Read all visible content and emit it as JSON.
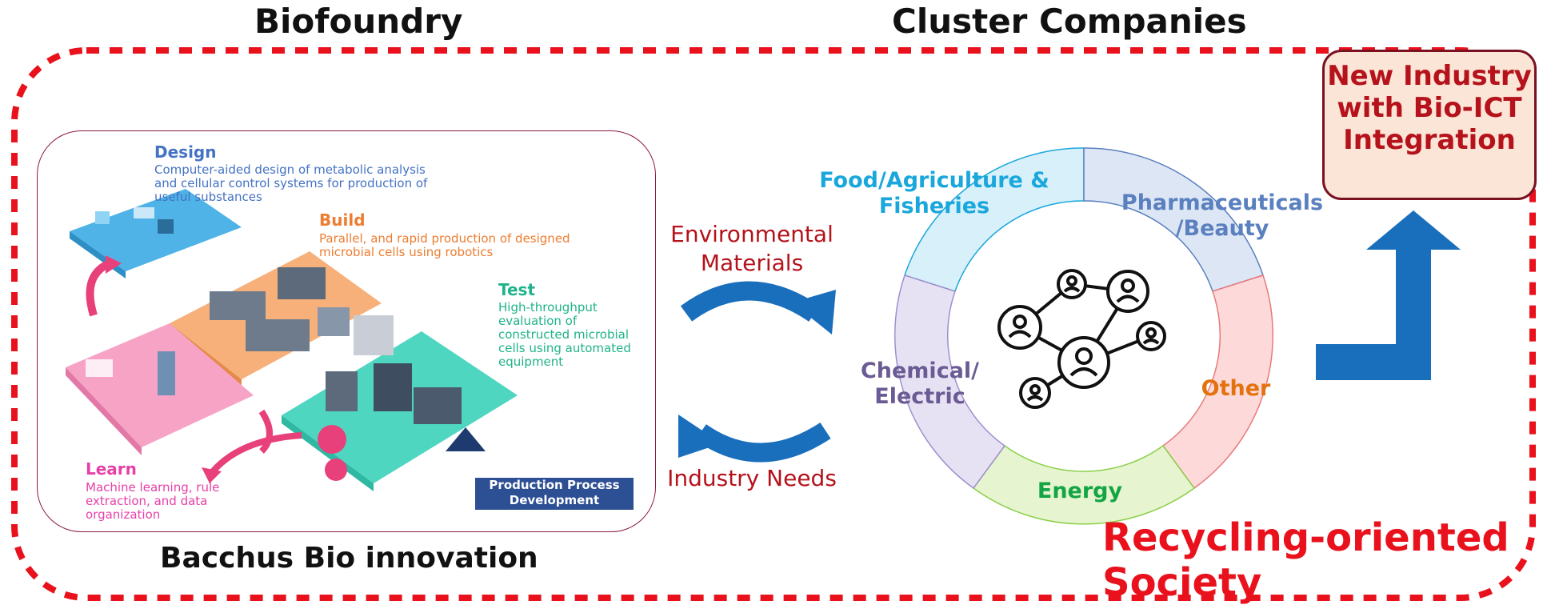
{
  "headers": {
    "left": "Biofoundry",
    "right": "Cluster Companies"
  },
  "biofoundry": {
    "stages": [
      {
        "key": "design",
        "title": "Design",
        "color": "#4472c4",
        "desc": "Computer-aided design of metabolic analysis and cellular control systems for production of useful substances"
      },
      {
        "key": "build",
        "title": "Build",
        "color": "#ed7d31",
        "desc": "Parallel, and rapid production of designed microbial cells using robotics"
      },
      {
        "key": "test",
        "title": "Test",
        "color": "#1fb389",
        "desc": "High-throughput evaluation of constructed microbial cells using automated equipment"
      },
      {
        "key": "learn",
        "title": "Learn",
        "color": "#e640a8",
        "desc": "Machine learning, rule extraction, and data organization"
      }
    ],
    "production_label": "Production Process Development",
    "company": "Bacchus Bio innovation"
  },
  "flows": {
    "top": "Environmental Materials",
    "bottom": "Industry Needs"
  },
  "cluster": {
    "sectors": [
      {
        "label": "Food/Agriculture & Fisheries",
        "color": "#1aa7dc"
      },
      {
        "label": "Pharmaceuticals /Beauty",
        "color": "#5a80bf"
      },
      {
        "label": "Other",
        "color": "#e3720e"
      },
      {
        "label": "Energy",
        "color": "#13a544"
      },
      {
        "label": "Chemical/ Electric",
        "color": "#6b5b95"
      }
    ]
  },
  "new_industry": "New Industry with Bio-ICT Integration",
  "society": "Recycling-oriented Society"
}
